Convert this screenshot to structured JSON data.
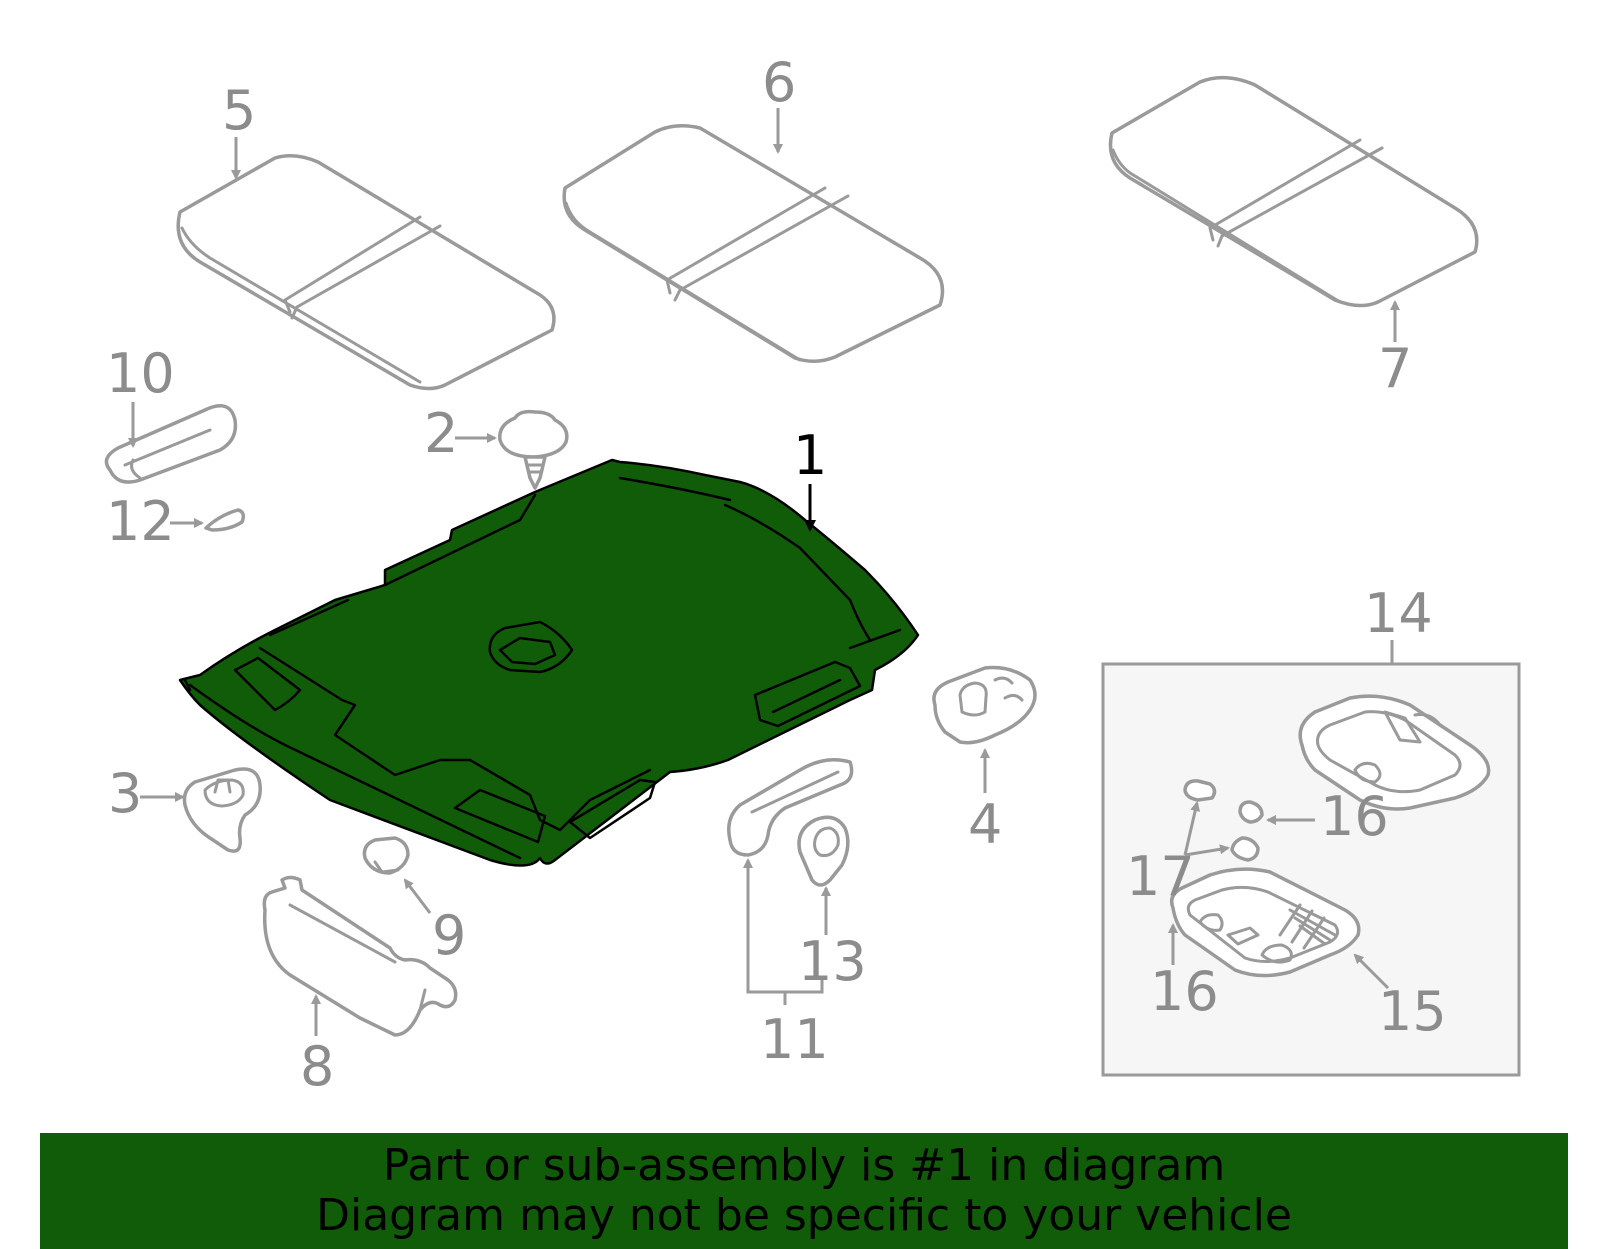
{
  "colors": {
    "highlight": "#105c08",
    "part_outline": "#9a9a9a",
    "label": "#8c8c8c",
    "main_label": "#000000",
    "footer_bg": "#105c08",
    "inset_bg": "#f6f6f6"
  },
  "callouts": {
    "c1": "1",
    "c2": "2",
    "c3": "3",
    "c4": "4",
    "c5": "5",
    "c6": "6",
    "c7": "7",
    "c8": "8",
    "c9": "9",
    "c10": "10",
    "c11": "11",
    "c12": "12",
    "c13": "13",
    "c14": "14",
    "c15": "15",
    "c16a": "16",
    "c16b": "16",
    "c17": "17"
  },
  "footer": {
    "line1": "Part or sub-assembly is #1 in diagram",
    "line2": "Diagram may not be specific to your vehicle"
  }
}
